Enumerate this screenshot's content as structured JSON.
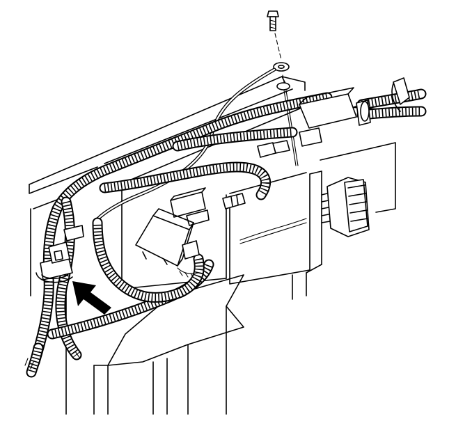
{
  "figure": {
    "description_labels": [],
    "colors": {
      "line": "#000000",
      "background": "#ffffff"
    },
    "parts": [
      "bolt",
      "ground-eyelet",
      "bracket",
      "wiring-harness",
      "harness-clip",
      "electrical-connector",
      "relay-connector",
      "control-module",
      "multi-pin-connector",
      "callout-arrow",
      "instrument-panel-frame"
    ]
  }
}
